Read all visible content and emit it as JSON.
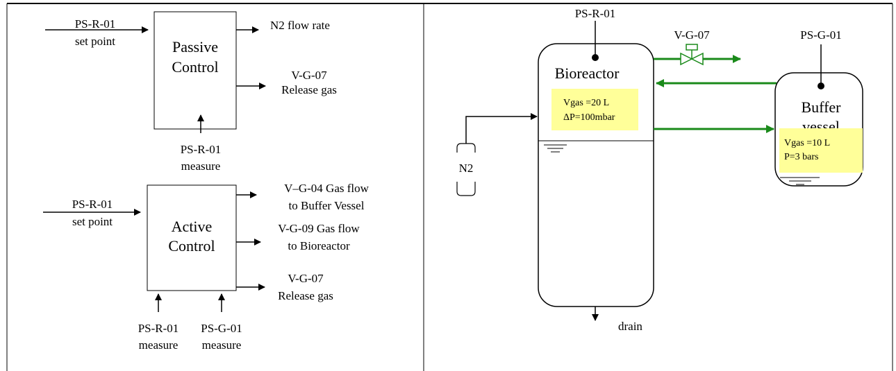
{
  "passive_control": {
    "title_line1": "Passive",
    "title_line2": "Control",
    "setpoint_line1": "PS-R-01",
    "setpoint_line2": "set point",
    "out1": "N2 flow rate",
    "out2_line1": "V-G-07",
    "out2_line2": "Release gas",
    "measure_line1": "PS-R-01",
    "measure_line2": "measure"
  },
  "active_control": {
    "title_line1": "Active",
    "title_line2": "Control",
    "setpoint_line1": "PS-R-01",
    "setpoint_line2": "set point",
    "out1_line1": "V–G-04 Gas flow",
    "out1_line2": "to Buffer Vessel",
    "out2_line1": "V-G-09 Gas flow",
    "out2_line2": "to Bioreactor",
    "out3_line1": "V-G-07",
    "out3_line2": "Release gas",
    "measure1_line1": "PS-R-01",
    "measure1_line2": "measure",
    "measure2_line1": "PS-G-01",
    "measure2_line2": "measure"
  },
  "process": {
    "sensor_reactor": "PS-R-01",
    "valve_label": "V-G-07",
    "sensor_buffer": "PS-G-01",
    "bioreactor_title": "Bioreactor",
    "bioreactor_box_line1": "Vgas =20 L",
    "bioreactor_box_line2": "ΔP=100mbar",
    "buffer_title_line1": "Buffer",
    "buffer_title_line2": "vessel",
    "buffer_box_line1": "Vgas =10 L",
    "buffer_box_line2": "P=3 bars",
    "n2_label": "N2",
    "drain_label": "drain"
  },
  "colors": {
    "gas_line": "#1a8a1a",
    "highlight": "#ffff99",
    "valve": "#1a8a1a"
  }
}
